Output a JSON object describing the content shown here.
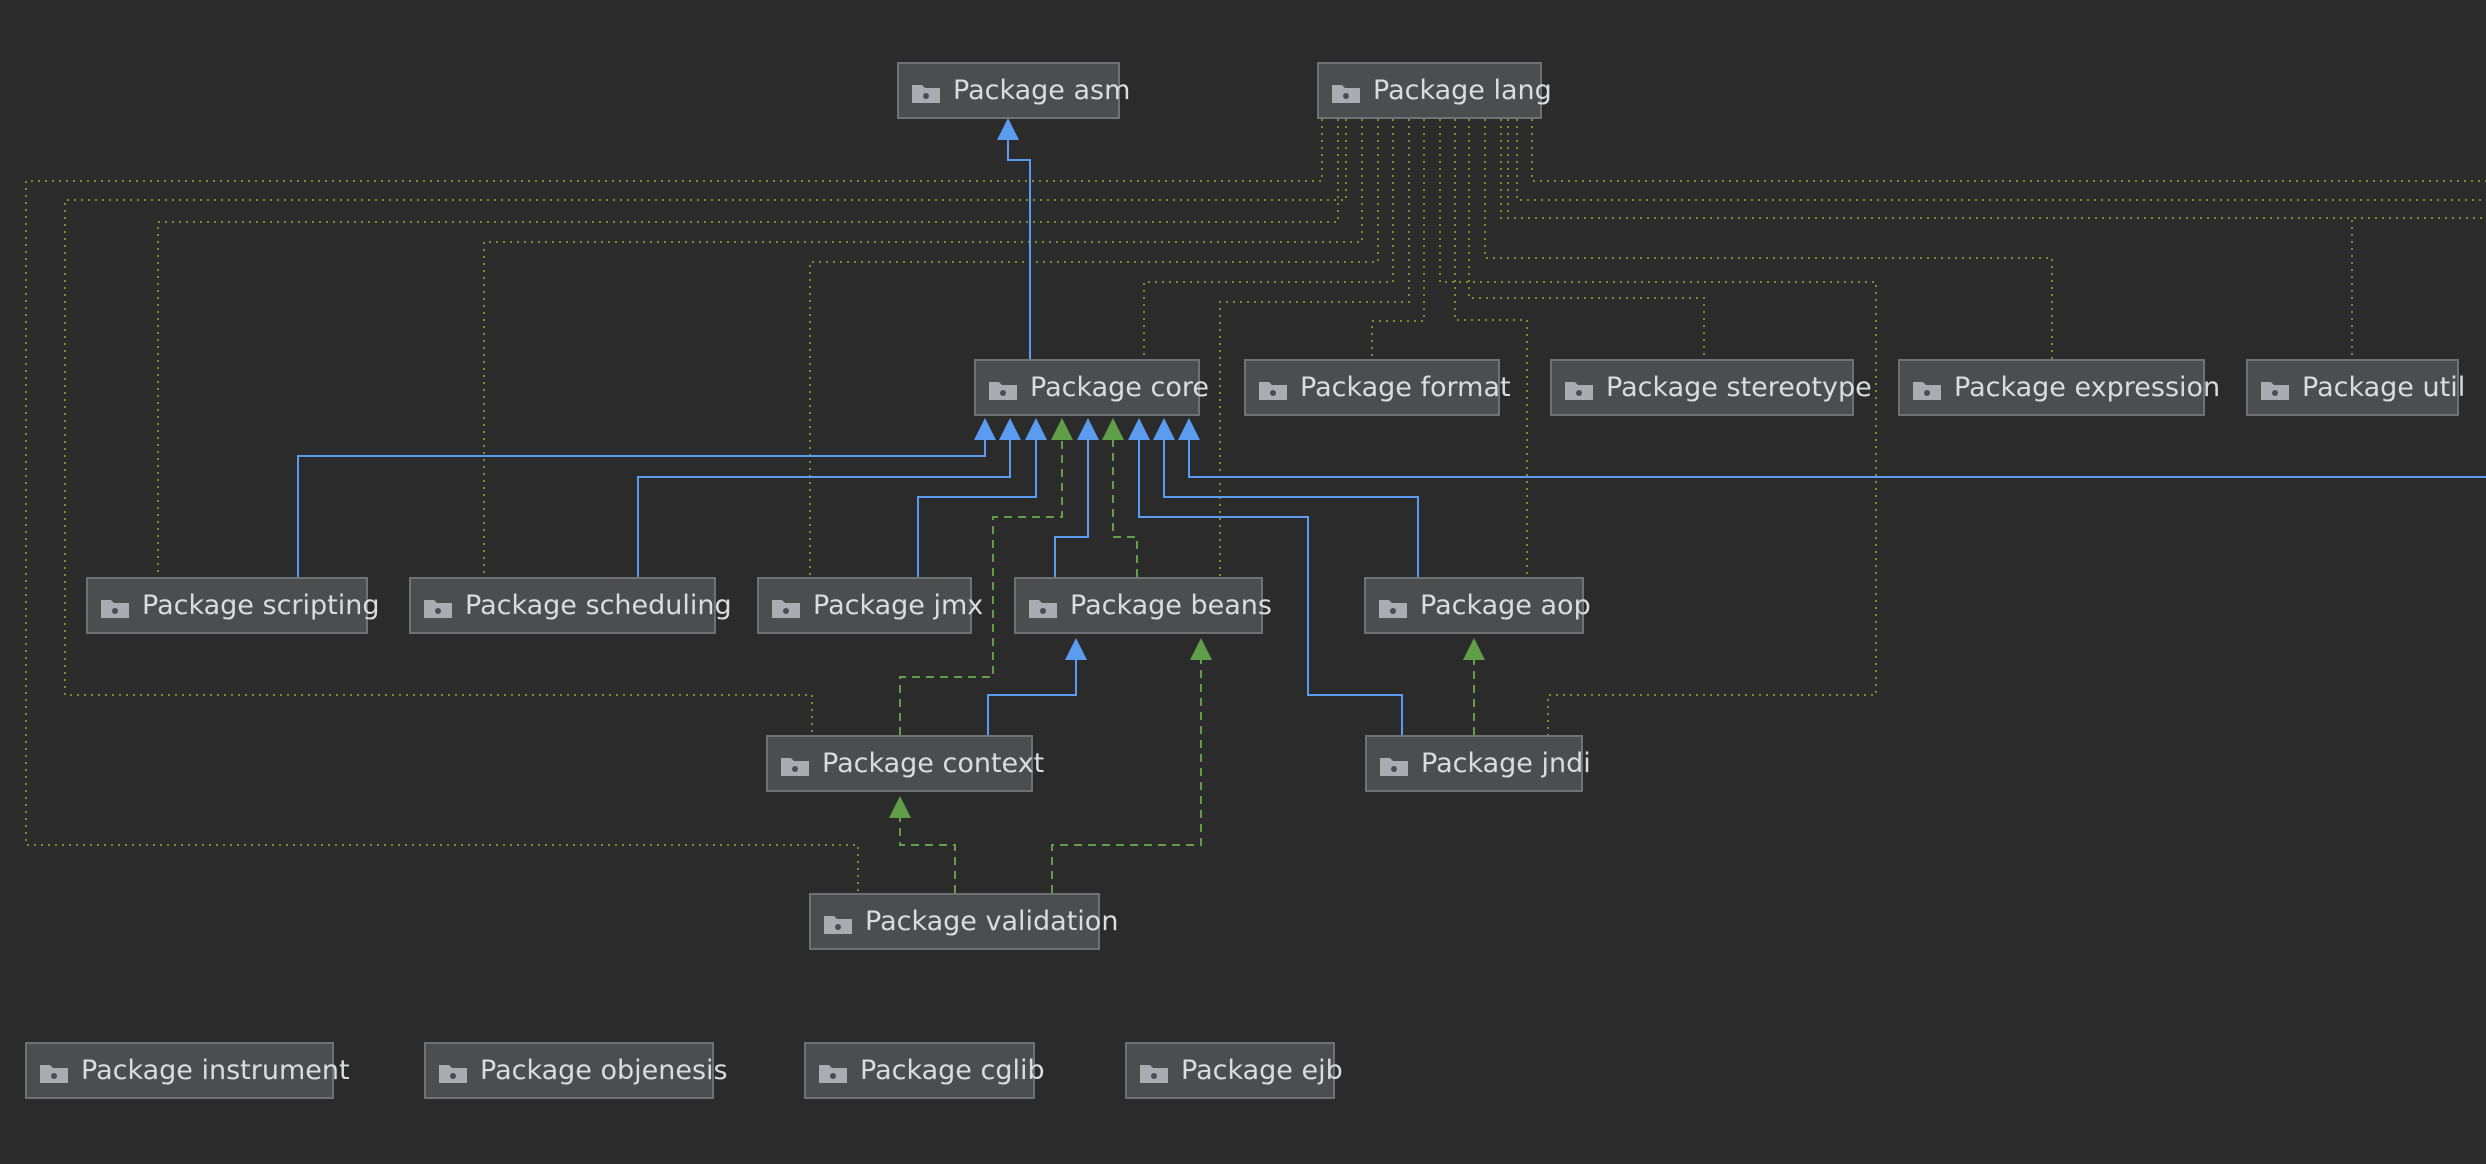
{
  "colors": {
    "background": "#2b2b2b",
    "node_fill": "#4b4d4f",
    "node_border": "#6f7275",
    "node_text": "#dadcde",
    "folder_icon": "#a9adb2",
    "extends_arrow": "#5b9cf0",
    "implements_arrow": "#619e4a",
    "dependency_line": "#7d8a2e"
  },
  "nodes": {
    "asm": {
      "label": "Package asm",
      "icon": "folder-icon"
    },
    "lang": {
      "label": "Package lang",
      "icon": "folder-icon"
    },
    "core": {
      "label": "Package core",
      "icon": "folder-icon"
    },
    "format": {
      "label": "Package format",
      "icon": "folder-icon"
    },
    "stereotype": {
      "label": "Package stereotype",
      "icon": "folder-icon"
    },
    "expression": {
      "label": "Package expression",
      "icon": "folder-icon"
    },
    "util": {
      "label": "Package util",
      "icon": "folder-icon"
    },
    "scripting": {
      "label": "Package scripting",
      "icon": "folder-icon"
    },
    "scheduling": {
      "label": "Package scheduling",
      "icon": "folder-icon"
    },
    "jmx": {
      "label": "Package jmx",
      "icon": "folder-icon"
    },
    "beans": {
      "label": "Package beans",
      "icon": "folder-icon"
    },
    "aop": {
      "label": "Package aop",
      "icon": "folder-icon"
    },
    "context": {
      "label": "Package context",
      "icon": "folder-icon"
    },
    "jndi": {
      "label": "Package jndi",
      "icon": "folder-icon"
    },
    "validation": {
      "label": "Package validation",
      "icon": "folder-icon"
    },
    "instrument": {
      "label": "Package instrument",
      "icon": "folder-icon"
    },
    "objenesis": {
      "label": "Package objenesis",
      "icon": "folder-icon"
    },
    "cglib": {
      "label": "Package cglib",
      "icon": "folder-icon"
    },
    "ejb": {
      "label": "Package ejb",
      "icon": "folder-icon"
    }
  },
  "edges": [
    {
      "from": "core",
      "to": "asm",
      "kind": "extends"
    },
    {
      "from": "scripting",
      "to": "core",
      "kind": "extends"
    },
    {
      "from": "scheduling",
      "to": "core",
      "kind": "extends"
    },
    {
      "from": "jmx",
      "to": "core",
      "kind": "extends"
    },
    {
      "from": "context",
      "to": "core",
      "kind": "implements"
    },
    {
      "from": "beans",
      "to": "core",
      "kind": "extends"
    },
    {
      "from": "beans",
      "to": "core",
      "kind": "implements"
    },
    {
      "from": "jndi",
      "to": "core",
      "kind": "extends"
    },
    {
      "from": "aop",
      "to": "core",
      "kind": "extends"
    },
    {
      "from": "context",
      "to": "beans",
      "kind": "extends"
    },
    {
      "from": "validation",
      "to": "beans",
      "kind": "implements"
    },
    {
      "from": "validation",
      "to": "context",
      "kind": "implements"
    },
    {
      "from": "jndi",
      "to": "aop",
      "kind": "implements"
    },
    {
      "from": "lang",
      "to": "core",
      "kind": "dependency"
    },
    {
      "from": "lang",
      "to": "format",
      "kind": "dependency"
    },
    {
      "from": "lang",
      "to": "stereotype",
      "kind": "dependency"
    },
    {
      "from": "lang",
      "to": "expression",
      "kind": "dependency"
    },
    {
      "from": "lang",
      "to": "util",
      "kind": "dependency"
    },
    {
      "from": "lang",
      "to": "scripting",
      "kind": "dependency"
    },
    {
      "from": "lang",
      "to": "scheduling",
      "kind": "dependency"
    },
    {
      "from": "lang",
      "to": "jmx",
      "kind": "dependency"
    },
    {
      "from": "lang",
      "to": "beans",
      "kind": "dependency"
    },
    {
      "from": "lang",
      "to": "aop",
      "kind": "dependency"
    },
    {
      "from": "lang",
      "to": "context",
      "kind": "dependency"
    },
    {
      "from": "lang",
      "to": "jndi",
      "kind": "dependency"
    },
    {
      "from": "lang",
      "to": "validation",
      "kind": "dependency"
    }
  ]
}
